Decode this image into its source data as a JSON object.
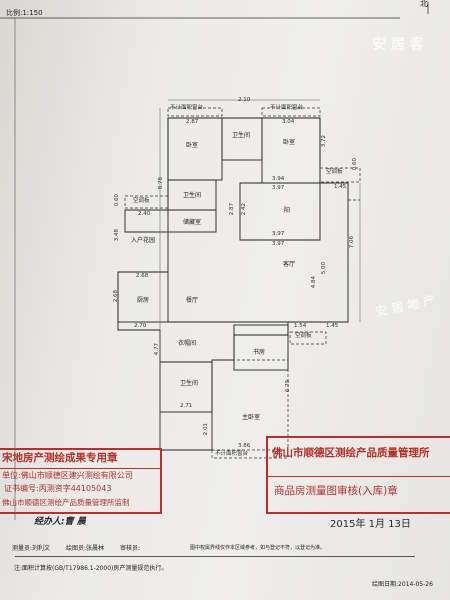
{
  "header": {
    "scale": "比例:1:150",
    "north": "北"
  },
  "watermark": "安 居 客",
  "side_watermark": "安 居 地 产",
  "balcony_labels": {
    "top_left": "不计面积窗台",
    "top_right": "不计面积窗台",
    "bottom": "不计面积窗台"
  },
  "ac_boards": [
    "空调板",
    "空调板",
    "空调板"
  ],
  "rooms": {
    "bedroom_left": "卧室",
    "bath_top": "卫生间",
    "bedroom_right": "卧室",
    "bath_mid": "卫生间",
    "storage": "储藏室",
    "balcony": "阳",
    "garden": "入户花园",
    "living": "客厅",
    "kitchen": "厨房",
    "dining": "餐厅",
    "cloakroom": "衣帽间",
    "study": "书房",
    "bath_bottom": "卫生间",
    "master": "主卧室"
  },
  "dims": {
    "d_210": "2.10",
    "d_287": "2.87",
    "d_304": "3.04",
    "d_372": "3.72",
    "d_394": "3.94",
    "d_397a": "3.97",
    "d_145a": "1.45",
    "d_060a": "0.60",
    "d_240": "2.40",
    "d_348": "3.48",
    "d_287b": "2.87",
    "d_242": "2.42",
    "d_397b": "3.97",
    "d_060b": "0.60",
    "d_878": "8.78",
    "d_706": "7.06",
    "d_268": "2.68",
    "d_268b": "2.68",
    "d_484": "4.84",
    "d_500": "5.00",
    "d_270": "2.70",
    "d_154": "1.54",
    "d_145b": "1.45",
    "d_477": "4.77",
    "d_271": "2.71",
    "d_679": "6.79",
    "d_201": "2.01",
    "d_386": "3.86"
  },
  "stamp_left": {
    "title": "宋地房产测绘成果专用章",
    "line1": "单位:佛山市顺德区建兴测绘有限公司",
    "line2": "证书编号:丙测资字44105043",
    "line3": "佛山市顺德区测绘产品质量管理所监制"
  },
  "stamp_right": {
    "title": "佛山市顺德区测绘产品质量管理所",
    "subtitle": "商品房测量图审核(入库)章"
  },
  "signature": "经办人:曹 晨",
  "date": "2015年 1月 13日",
  "footer": {
    "surveyor": "测量员:刘利文",
    "drawer": "绘图员:张晨林",
    "checker": "审核员:",
    "note": "图中权属界线仅作本区域参考，如与登记不符，以登记为准。",
    "standard": "注:面积计算按(GB/T17986.1-2000)房产测量规范执行。",
    "plot_date": "绘图日期:2014-05-26"
  }
}
